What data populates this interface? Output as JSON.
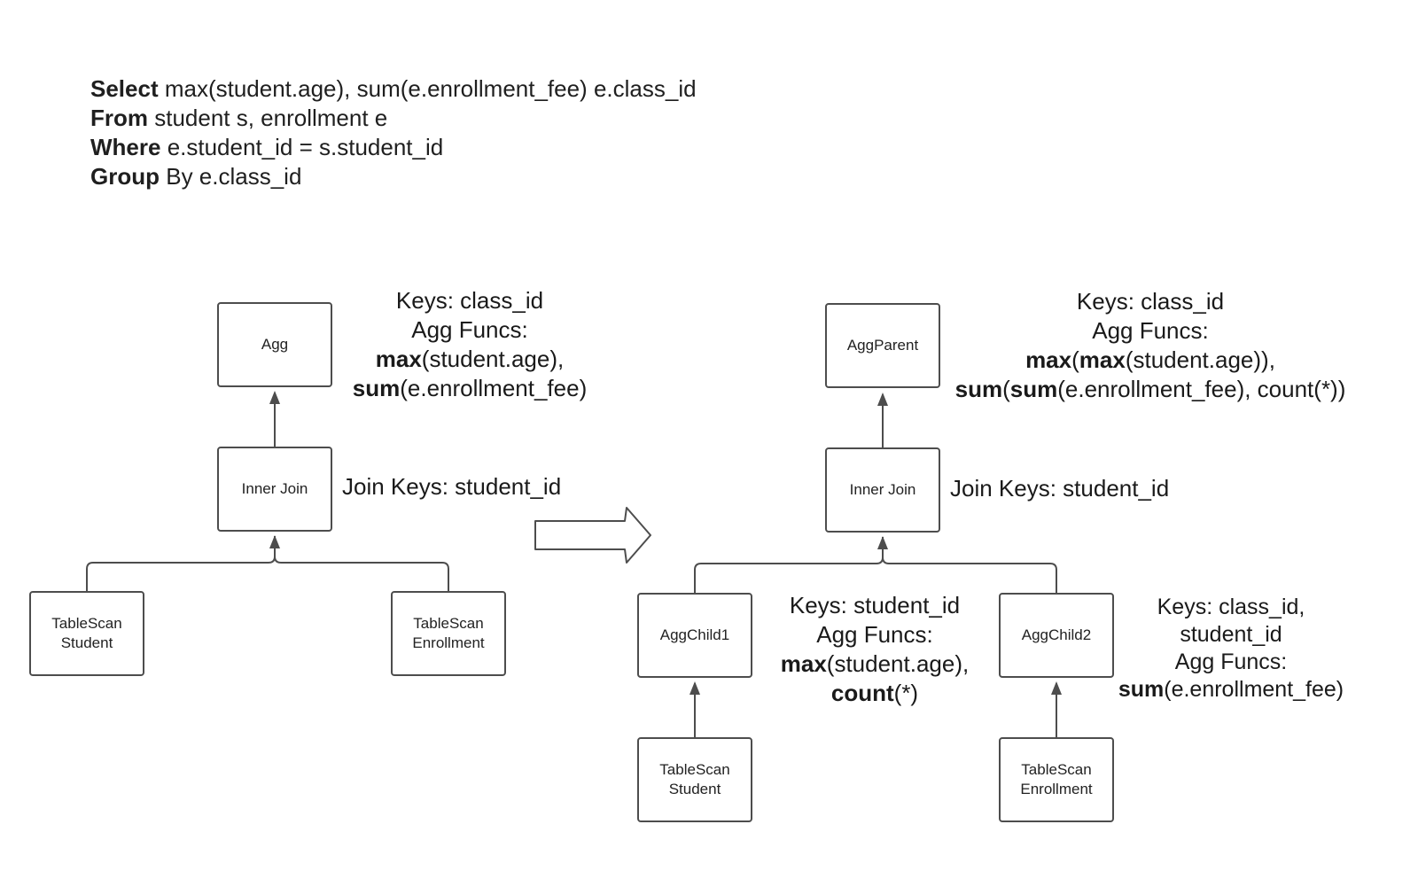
{
  "query": {
    "select_kw": "Select",
    "select_rest": " max(student.age), sum(e.enrollment_fee) e.class_id",
    "from_kw": "From",
    "from_rest": " student s, enrollment e",
    "where_kw": "Where",
    "where_rest": " e.student_id = s.student_id",
    "group_kw": "Group",
    "group_rest": " By e.class_id"
  },
  "left_plan": {
    "agg": "Agg",
    "join": "Inner Join",
    "scan1_line1": "TableScan",
    "scan1_line2": "Student",
    "scan2_line1": "TableScan",
    "scan2_line2": "Enrollment",
    "agg_note": {
      "keys": "Keys: class_id",
      "funcs": "Agg Funcs:",
      "f1_bold": "max",
      "f1_rest": "(student.age),",
      "f2_bold": "sum",
      "f2_rest": "(e.enrollment_fee)"
    },
    "join_note": "Join Keys: student_id"
  },
  "right_plan": {
    "agg_parent": "AggParent",
    "join": "Inner Join",
    "agg_child1": "AggChild1",
    "agg_child2": "AggChild2",
    "scan1_line1": "TableScan",
    "scan1_line2": "Student",
    "scan2_line1": "TableScan",
    "scan2_line2": "Enrollment",
    "parent_note": {
      "keys": "Keys: class_id",
      "funcs": "Agg Funcs:",
      "f1_b1": "max",
      "f1_p1": "(",
      "f1_b2": "max",
      "f1_rest": "(student.age)),",
      "f2_b1": "sum",
      "f2_p1": "(",
      "f2_b2": "sum",
      "f2_rest": "(e.enrollment_fee), count(*))"
    },
    "join_note": "Join Keys: student_id",
    "child1_note": {
      "keys": "Keys: student_id",
      "funcs": "Agg Funcs:",
      "f1_bold": "max",
      "f1_rest": "(student.age),",
      "f2_bold": "count",
      "f2_rest": "(*)"
    },
    "child2_note": {
      "keys1": "Keys: class_id,",
      "keys2": "student_id",
      "funcs": "Agg Funcs:",
      "f1_bold": "sum",
      "f1_rest": "(e.enrollment_fee)"
    }
  },
  "colors": {
    "stroke": "#4d4d4d",
    "text": "#1f1f1f"
  }
}
